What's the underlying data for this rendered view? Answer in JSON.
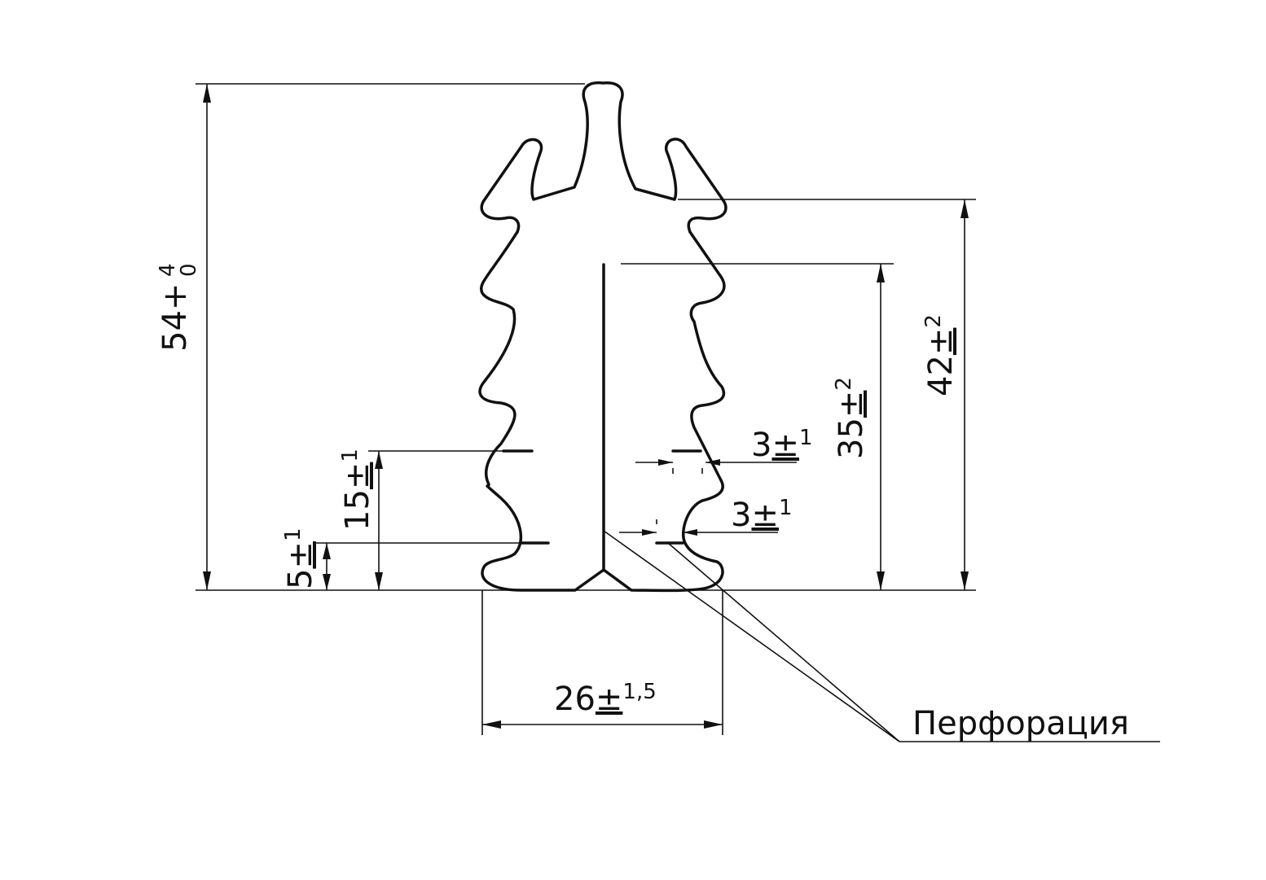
{
  "dimensions": {
    "height_total": {
      "value": "54",
      "sign": "+",
      "upper": "4",
      "lower": "0"
    },
    "height_42": {
      "value": "42",
      "tol": "±",
      "tol_val": "2"
    },
    "height_35": {
      "value": "35",
      "tol": "±",
      "tol_val": "2"
    },
    "height_15": {
      "value": "15",
      "tol": "±",
      "tol_val": "1"
    },
    "height_5": {
      "value": "5",
      "tol": "±",
      "tol_val": "1"
    },
    "gap_upper": {
      "value": "3",
      "tol": "±",
      "tol_val": "1"
    },
    "gap_lower": {
      "value": "3",
      "tol": "±",
      "tol_val": "1"
    },
    "width_26": {
      "value": "26",
      "tol": "±",
      "tol_val": "1,5"
    }
  },
  "callout": {
    "label": "Перфорация"
  }
}
